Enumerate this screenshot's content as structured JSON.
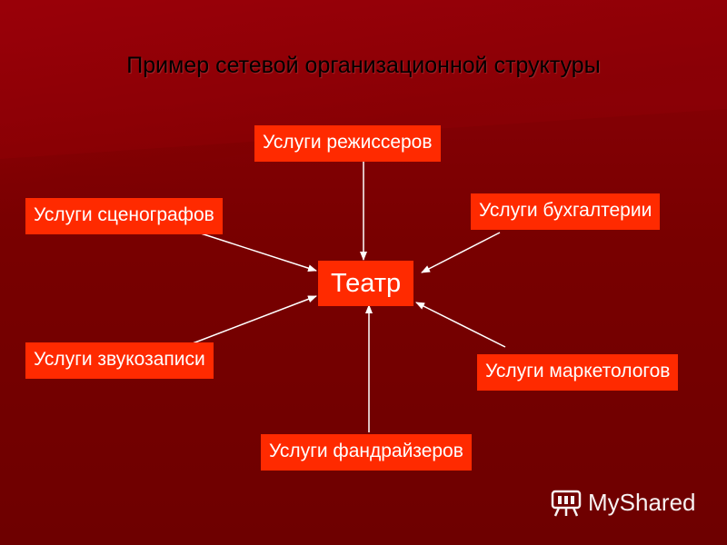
{
  "title": "Пример сетевой организационной структуры",
  "center": "Театр",
  "nodes": {
    "directors": "Услуги режиссеров",
    "scenographers": "Услуги сценографов",
    "accounting": "Услуги бухгалтерии",
    "sound": "Услуги звукозаписи",
    "marketing": "Услуги маркетологов",
    "fundraising": "Услуги фандрайзеров"
  },
  "logo": "MyShared",
  "colors": {
    "background": "#7a0000",
    "box": "#ff2a00",
    "box_text": "#ffffff",
    "title_text": "#000000",
    "arrow": "#ffffff"
  },
  "icons": [
    "logo-icon"
  ]
}
